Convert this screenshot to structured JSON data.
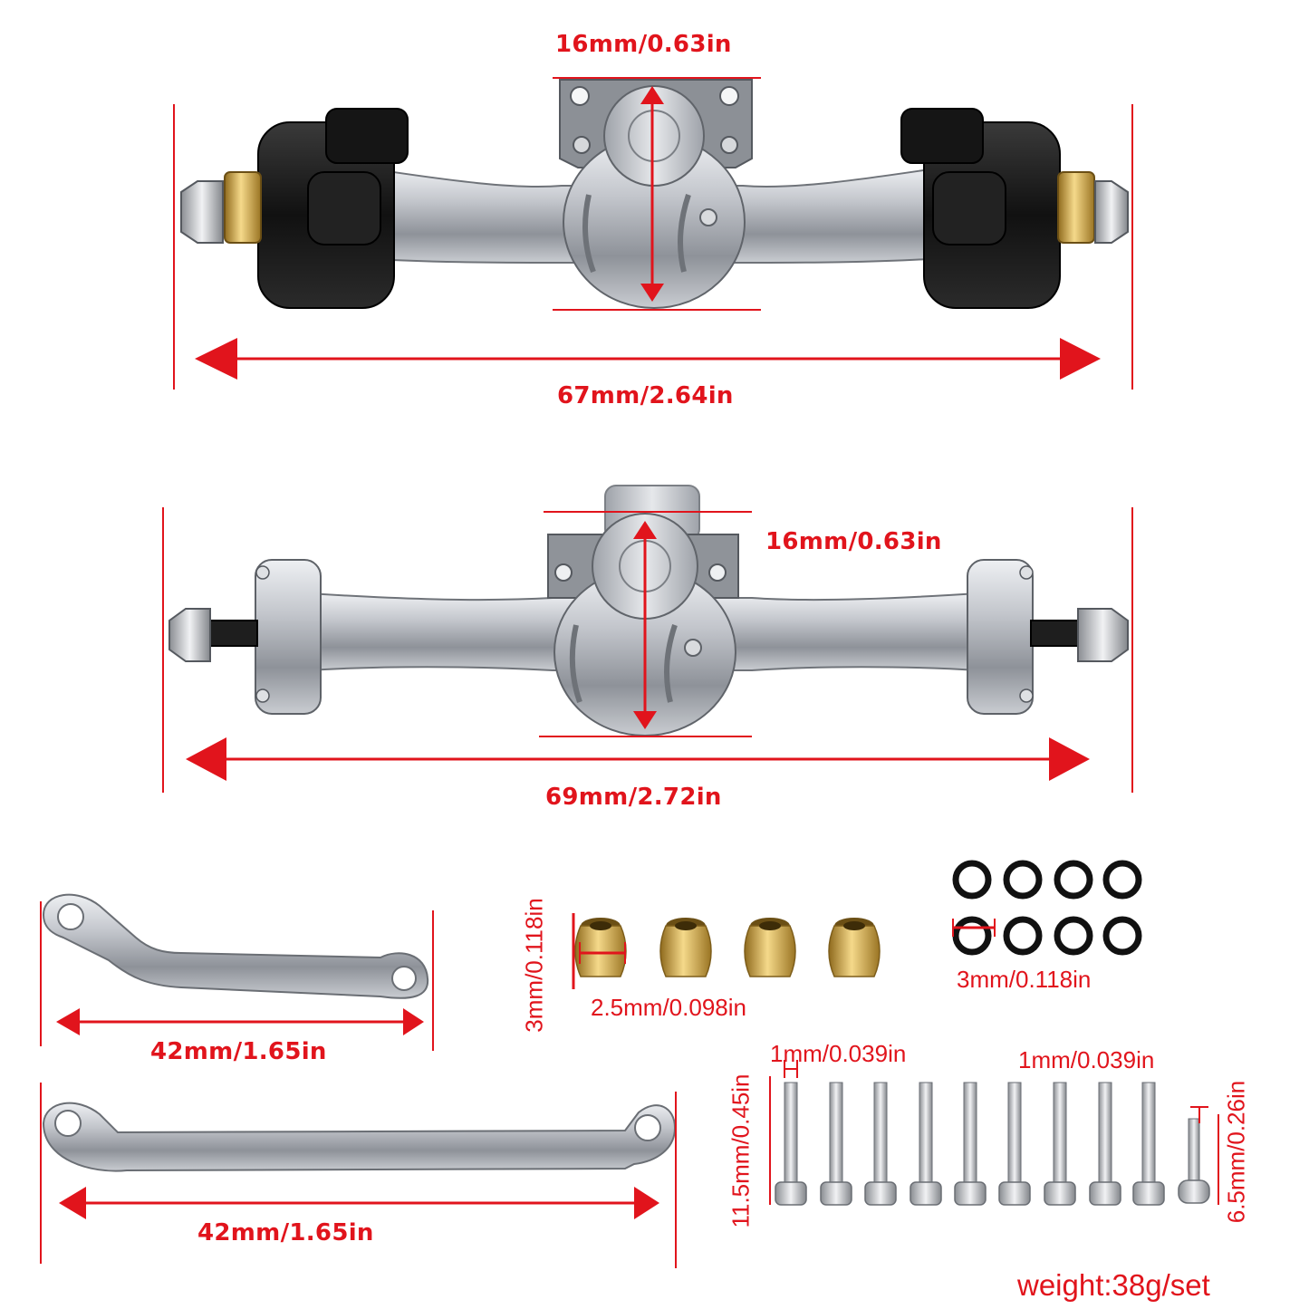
{
  "dimensions": {
    "front_axle": {
      "height": "16mm/0.63in",
      "width": "67mm/2.64in"
    },
    "rear_axle": {
      "height": "16mm/0.63in",
      "width": "69mm/2.72in"
    },
    "bushing": {
      "height": "3mm/0.118in",
      "width": "2.5mm/0.098in"
    },
    "o_ring": {
      "size": "3mm/0.118in"
    },
    "steering_link_short": {
      "length": "42mm/1.65in"
    },
    "steering_link_long": {
      "length": "42mm/1.65in"
    },
    "screw_long": {
      "diameter": "1mm/0.039in",
      "length": "11.5mm/0.45in"
    },
    "screw_short": {
      "diameter": "1mm/0.039in",
      "length": "6.5mm/0.26in"
    }
  },
  "weight": "weight:38g/set",
  "colors": {
    "dimension": "#e1141c",
    "aluminum": "#b9bbc0",
    "black_anodized": "#1a1a1a",
    "brass": "#c9a24a"
  }
}
